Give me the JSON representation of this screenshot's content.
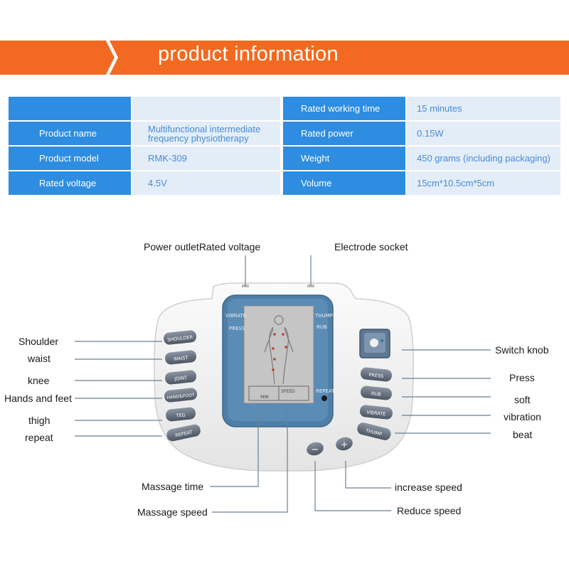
{
  "banner": {
    "title": "product information"
  },
  "specs": {
    "left": [
      {
        "label": "",
        "value": ""
      },
      {
        "label": "Product name",
        "value": "Multifunctional intermediate frequency physiotherapy"
      },
      {
        "label": "Product model",
        "value": "RMK-309"
      },
      {
        "label": "Rated voltage",
        "value": "4.5V"
      }
    ],
    "right": [
      {
        "label": "Rated working time",
        "value": "15 minutes"
      },
      {
        "label": "Rated power",
        "value": "0.15W"
      },
      {
        "label": "Weight",
        "value": "450 grams (including packaging)"
      },
      {
        "label": "Volume",
        "value": "15cm*10.5cm*5cm"
      }
    ]
  },
  "device": {
    "left_buttons": [
      "SHOULDER",
      "WAIST",
      "JOINT",
      "HAND&FOOT",
      "TEG",
      "REPEAT"
    ],
    "right_buttons": [
      "PRESS",
      "RUB",
      "VIBRATE",
      "THUMP"
    ],
    "screen": {
      "left_top": "VIBRATE",
      "left_sub": "PRESS",
      "right_top": "THUMP",
      "right_sub": "RUB",
      "bottom_left": "MIN",
      "bottom_right": "SPEED",
      "repeat": "REPEAT"
    },
    "speed_buttons": {
      "minus": "−",
      "plus": "+"
    }
  },
  "annotations": {
    "power_outlet": "Power outletRated voltage",
    "electrode_socket": "Electrode socket",
    "shoulder": "Shoulder",
    "waist": "waist",
    "knee": "knee",
    "hands_feet": "Hands and feet",
    "thigh": "thigh",
    "repeat": "repeat",
    "switch_knob": "Switch knob",
    "press": "Press",
    "soft": "soft",
    "vibration": "vibration",
    "beat": "beat",
    "massage_time": "Massage time",
    "massage_speed": "Massage speed",
    "increase_speed": "increase speed",
    "reduce_speed": "Reduce speed"
  },
  "colors": {
    "banner_orange": "#f26a21",
    "label_blue": "#2e8de0",
    "value_bg": "#e3edf8",
    "value_text": "#4a8bd6",
    "screen_frame": "#4f7fa6",
    "lcd": "#c5c5c5"
  }
}
